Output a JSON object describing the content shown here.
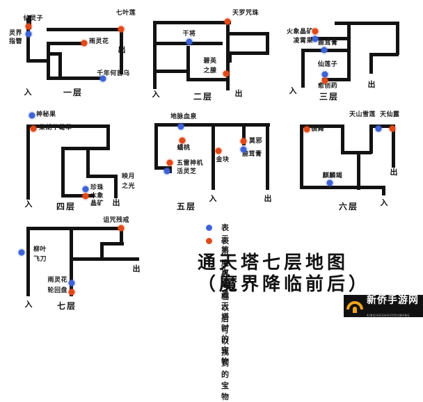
{
  "page": {
    "title_line1": "通天塔七层地图",
    "title_line2": "（魔界降临前后）"
  },
  "legend": {
    "items": [
      {
        "color": "#3f63d6",
        "marker": "blue-dot",
        "text": "表示第一次去通天塔时的宝物"
      },
      {
        "color": "#e0491a",
        "marker": "red-dot",
        "text": "表示魔界降临以后可以找到的宝物"
      }
    ]
  },
  "gates": {
    "entrance": "入",
    "exit": "出"
  },
  "floors": [
    {
      "name": "一层",
      "labels": [
        "仙灵子",
        "灵界",
        "指簪",
        "七叶莲",
        "雨灵花",
        "千年何首乌"
      ],
      "treasures": [
        {
          "name": "仙灵子",
          "marker": "red-dot"
        },
        {
          "name": "灵界指簪",
          "marker": "blue-dot"
        },
        {
          "name": "七叶莲",
          "marker": "red-dot"
        },
        {
          "name": "雨灵花",
          "marker": "red-dot"
        },
        {
          "name": "千年何首乌",
          "marker": "blue-dot"
        }
      ]
    },
    {
      "name": "二层",
      "labels": [
        "天罗咒珠",
        "干将",
        "碧英",
        "之腺"
      ],
      "treasures": [
        {
          "name": "天罗咒珠",
          "marker": "red-dot"
        },
        {
          "name": "干将",
          "marker": "blue-dot"
        },
        {
          "name": "碧英之腺",
          "marker": "red-dot"
        }
      ]
    },
    {
      "name": "三层",
      "labels": [
        "火象晶矿",
        "凌霄果",
        "鹿茸膏",
        "仙莲子",
        "愈创药"
      ],
      "treasures": [
        {
          "name": "火象晶矿",
          "marker": "red-dot"
        },
        {
          "name": "凌霄果",
          "marker": "blue-dot"
        },
        {
          "name": "鹿茸膏",
          "marker": "blue-dot"
        },
        {
          "name": "仙莲子",
          "marker": "blue-dot"
        },
        {
          "name": "愈创药",
          "marker": "red-dot"
        }
      ]
    },
    {
      "name": "四层",
      "labels": [
        "神秘果",
        "柴胡干葛草",
        "珍珠",
        "木象",
        "晶矿",
        "映月",
        "之光"
      ],
      "treasures": [
        {
          "name": "神秘果",
          "marker": "blue-dot"
        },
        {
          "name": "柴胡干葛草",
          "marker": "red-dot"
        },
        {
          "name": "珍珠",
          "marker": "blue-dot"
        },
        {
          "name": "木象晶矿",
          "marker": "red-dot"
        }
      ]
    },
    {
      "name": "五层",
      "labels": [
        "地脉血泉",
        "蟠桃",
        "五雷神机",
        "活灵芝",
        "金块",
        "莫邪",
        "鹿茸膏"
      ],
      "treasures": [
        {
          "name": "地脉血泉",
          "marker": "blue-dot"
        },
        {
          "name": "蟠桃",
          "marker": "red-dot"
        },
        {
          "name": "五雷神机",
          "marker": "red-dot"
        },
        {
          "name": "活灵芝",
          "marker": "blue-dot"
        },
        {
          "name": "金块",
          "marker": "red-dot"
        },
        {
          "name": "莫邪",
          "marker": "red-dot"
        },
        {
          "name": "鹿茸膏",
          "marker": "blue-dot"
        }
      ]
    },
    {
      "name": "六层",
      "labels": [
        "天山雪莲",
        "天仙露",
        "镜舞",
        "麒麟竭"
      ],
      "treasures": [
        {
          "name": "天山雪莲",
          "marker": "blue-dot"
        },
        {
          "name": "天仙露",
          "marker": "red-dot"
        },
        {
          "name": "镜舞",
          "marker": "red-dot"
        },
        {
          "name": "麒麟竭",
          "marker": "blue-dot"
        }
      ]
    },
    {
      "name": "七层",
      "labels": [
        "诅咒残戒",
        "柳叶",
        "飞刀",
        "雨灵花",
        "轮回盘"
      ],
      "treasures": [
        {
          "name": "诅咒残戒",
          "marker": "red-dot"
        },
        {
          "name": "柳叶飞刀",
          "marker": "blue-dot"
        },
        {
          "name": "雨灵花",
          "marker": "blue-dot"
        },
        {
          "name": "轮回盘",
          "marker": "red-dot"
        }
      ]
    }
  ],
  "watermark": {
    "name": "新侨手游网",
    "sub": "XINQIAOSHOUYOUWANG"
  }
}
